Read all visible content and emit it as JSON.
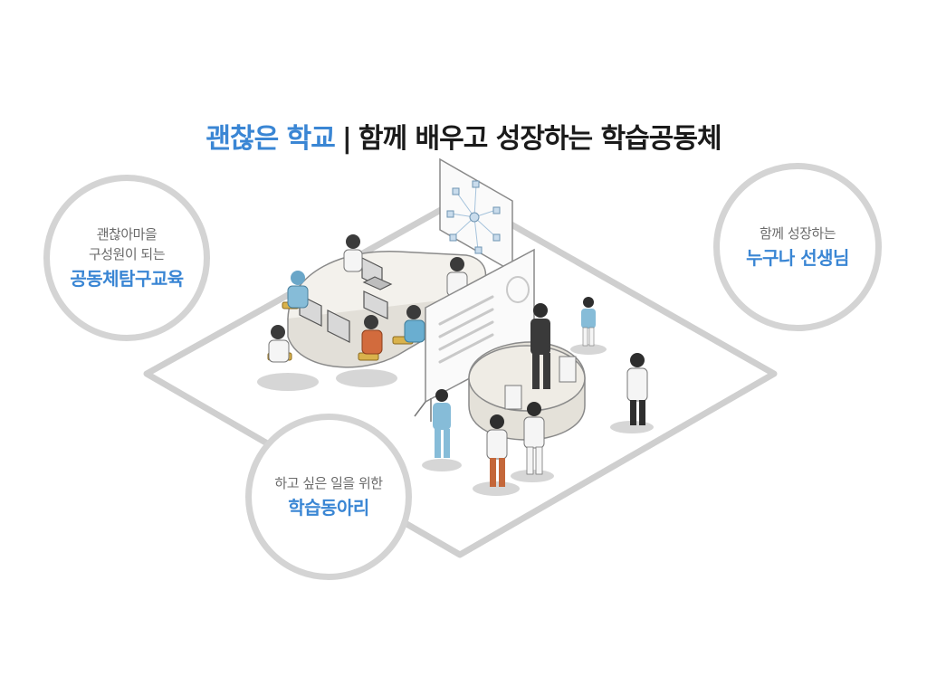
{
  "title": {
    "accent": "괜찮은 학교",
    "separator": "|",
    "rest": "함께 배우고 성장하는 학습공동체"
  },
  "bubbles": {
    "left": {
      "line1": "괜찮아마을",
      "line2": "구성원이 되는",
      "main": "공동체탐구교육"
    },
    "right": {
      "line1": "함께 성장하는",
      "main": "누구나 선생님"
    },
    "bottom": {
      "line1": "하고 싶은 일을 위한",
      "main": "학습동아리"
    }
  },
  "colors": {
    "accent": "#3a86d4",
    "text_dark": "#1a1a1a",
    "bubble_border": "#d4d4d4",
    "platform_border": "#cfcfcf"
  }
}
